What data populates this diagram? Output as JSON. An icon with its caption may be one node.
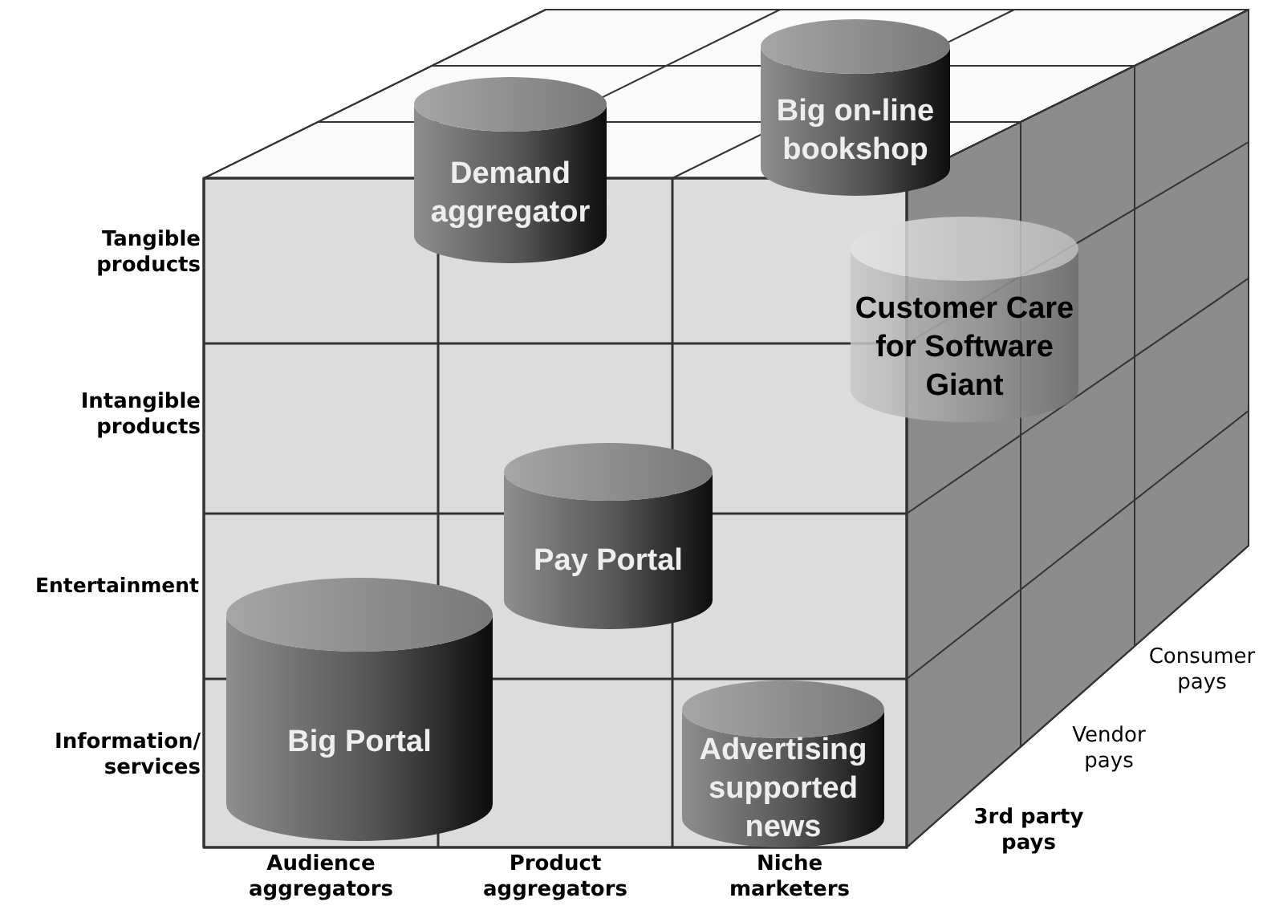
{
  "diagram": {
    "nodes": [
      {
        "text": [
          "Demand aggregator"
        ]
      },
      {
        "text": [
          "Big on-line bookshop"
        ]
      },
      {
        "text": [
          "Customer Care for Software Giant"
        ]
      },
      {
        "text": [
          "Pay Portal"
        ]
      },
      {
        "text": [
          "Big Portal"
        ]
      },
      {
        "text": [
          "Advertising supported news"
        ]
      }
    ],
    "labels": [
      "Tangible products",
      "Intangible products",
      "Entertainment",
      "Information/ services",
      "Audience aggregators",
      "Product aggregators",
      "Niche marketers",
      "Consumer pays",
      "Vendor pays",
      "3rd party pays"
    ]
  }
}
